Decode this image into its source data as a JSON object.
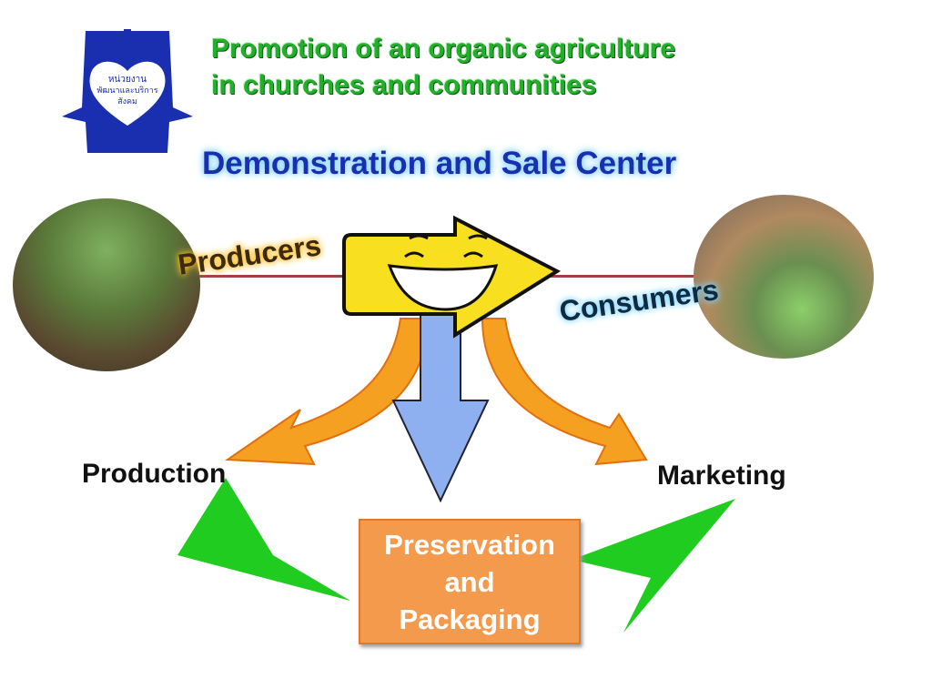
{
  "header": {
    "title_line1": "Promotion of an organic agriculture",
    "title_line2": "in churches and communities",
    "logo_text": "หน่วยงาน พัฒนาและบริการ สังคม"
  },
  "subtitle": "Demonstration and Sale Center",
  "labels": {
    "producers": "Producers",
    "consumers": "Consumers",
    "production": "Production",
    "marketing": "Marketing"
  },
  "box": {
    "line1": "Preservation",
    "line2": "and",
    "line3": "Packaging"
  },
  "colors": {
    "title": "#22b02a",
    "subtitle": "#1a2fb0",
    "box": "#f39a4c",
    "green_arrow": "#1fcc1f",
    "blue_arrow": "#8fb0f0",
    "orange_arrow": "#f5a020",
    "yellow_arrow": "#f8e020"
  }
}
